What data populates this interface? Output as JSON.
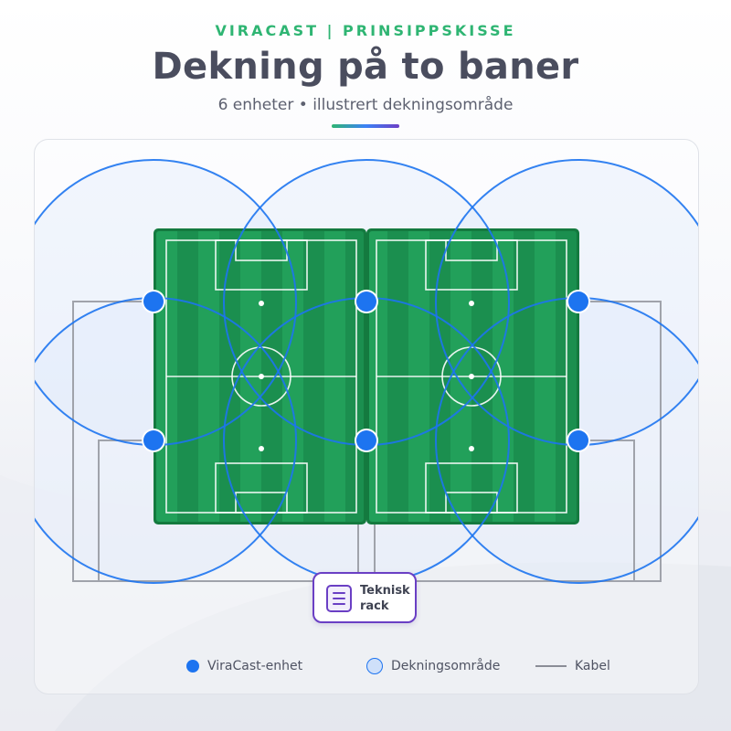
{
  "header": {
    "kicker": "VIRACAST | PRINSIPPSKISSE",
    "title": "Dekning på to baner",
    "subtitle": "6 enheter • illustrert dekningsområde"
  },
  "rack": {
    "label_line1": "Teknisk",
    "label_line2": "rack"
  },
  "legend": {
    "device": "ViraCast-enhet",
    "coverage": "Dekningsområde",
    "cable": "Kabel"
  },
  "colors": {
    "accent_green": "#2fb573",
    "device_blue": "#1d74f0",
    "pitch_green": "#1f9a55",
    "rack_purple": "#6a3fc4",
    "cable_gray": "#9a9da6"
  }
}
